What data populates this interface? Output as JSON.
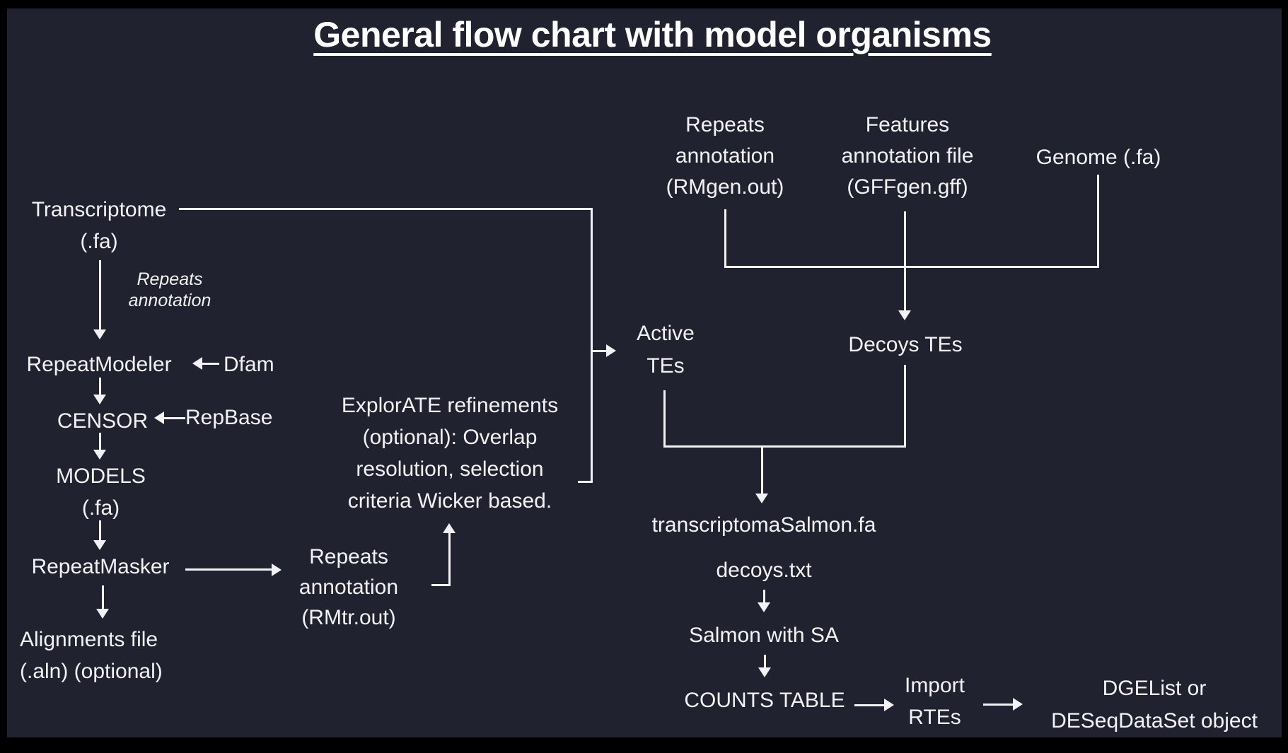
{
  "title": "General flow chart with model organisms",
  "colors": {
    "background": "#20222f",
    "frame": "#000000",
    "text": "#f2f2f4",
    "line": "#f2f2f4"
  },
  "nodes": {
    "transcriptome": "Transcriptome\n(.fa)",
    "repeats_annotation_note": "Repeats\nannotation",
    "repeatmodeler": "RepeatModeler",
    "dfam": "Dfam",
    "censor": "CENSOR",
    "repbase": "RepBase",
    "models": "MODELS\n(.fa)",
    "repeatmasker": "RepeatMasker",
    "alignments_file": "Alignments file\n(.aln) (optional)",
    "repeats_annotation_tr": "Repeats\nannotation\n(RMtr.out)",
    "explorate_refinements": "ExplorATE refinements\n(optional): Overlap\nresolution, selection\ncriteria Wicker based.",
    "repeats_annotation_gen": "Repeats\nannotation\n(RMgen.out)",
    "features_annotation": "Features\nannotation file\n(GFFgen.gff)",
    "genome": "Genome (.fa)",
    "active_tes": "Active\nTEs",
    "decoys_tes": "Decoys TEs",
    "transcriptoma_salmon": "transcriptomaSalmon.fa",
    "decoys_txt": "decoys.txt",
    "salmon_with_sa": "Salmon with SA",
    "counts_table": "COUNTS TABLE",
    "import_rtes": "Import\nRTEs",
    "dge_output": "DGEList or\nDESeqDataSet object"
  }
}
